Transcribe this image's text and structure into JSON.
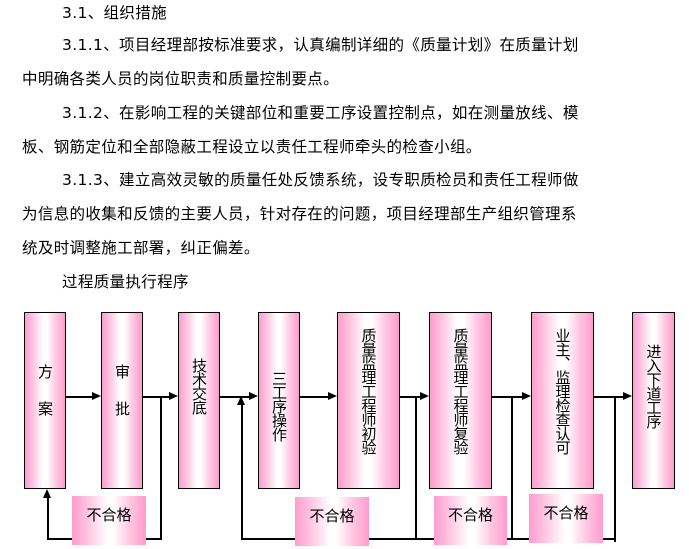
{
  "document": {
    "section_heading": "3.1、组织措施",
    "paragraphs": [
      {
        "lines": [
          "3.1.1、项目经理部按标准要求，认真编制详细的《质量计划》在质量计划",
          "中明确各类人员的岗位职责和质量控制要点。"
        ]
      },
      {
        "lines": [
          "3.1.2、在影响工程的关键部位和重要工序设置控制点，如在测量放线、模",
          "板、钢筋定位和全部隐蔽工程设立以责任工程师牵头的检查小组。"
        ]
      },
      {
        "lines": [
          "3.1.3、建立高效灵敏的质量任处反馈系统，设专职质检员和责任工程师做",
          "为信息的收集和反馈的主要人员，针对存在的问题，项目经理部生产组织管理系",
          "统及时调整施工部署，纠正偏差。"
        ]
      }
    ],
    "flow_title": "过程质量执行程序"
  },
  "flowchart": {
    "colors": {
      "box_pink": "#ff9ccd",
      "box_light": "#ffffff",
      "line": "#000000"
    },
    "steps": [
      {
        "label": "方案"
      },
      {
        "label": "审批"
      },
      {
        "label": "技术交底"
      },
      {
        "label": "三工序操作"
      },
      {
        "label": "质量监理工程师初验"
      },
      {
        "label": "质量监理工程师复验"
      },
      {
        "label": "业主、监理检查认可"
      },
      {
        "label": "进入下道工序"
      }
    ],
    "rejects": [
      {
        "label": "不合格"
      },
      {
        "label": "不合格"
      },
      {
        "label": "不合格"
      },
      {
        "label": "不合格"
      }
    ]
  }
}
